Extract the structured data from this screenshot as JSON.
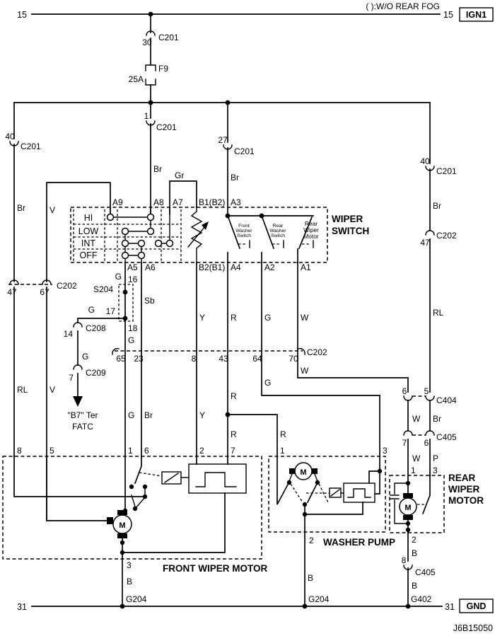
{
  "drawing_number": "J6B15050",
  "power_rail": {
    "left_pin": "15",
    "right_pin": "15",
    "note": "( ):W/O REAR FOG",
    "tag": "IGN1"
  },
  "ground_rail": {
    "left_pin": "31",
    "right_pin": "31",
    "tag": "GND",
    "ground_front": "G204",
    "ground_pump": "G204",
    "ground_rear": "G402"
  },
  "fuse": {
    "name": "F9",
    "rating": "25A"
  },
  "connectors": {
    "c201_30": {
      "pin": "30",
      "name": "C201"
    },
    "c201_1": {
      "pin": "1",
      "name": "C201"
    },
    "c201_27": {
      "pin": "27",
      "name": "C201"
    },
    "c201_40_left": {
      "pin": "40",
      "name": "C201"
    },
    "c201_40_right": {
      "pin": "40",
      "name": "C201"
    },
    "c202_47_right": {
      "pin": "47",
      "name": "C202"
    },
    "c202_left": {
      "pin_a": "47",
      "pin_b": "67",
      "name": "C202"
    },
    "c202_main": {
      "pins": [
        "65",
        "23",
        "8",
        "43",
        "64",
        "70"
      ],
      "name": "C202"
    },
    "c208": {
      "pin": "14",
      "name": "C208"
    },
    "c209": {
      "pin": "7",
      "name": "C209"
    },
    "c404": {
      "pin_a": "6",
      "pin_b": "5",
      "name": "C404"
    },
    "c405": {
      "pin_a": "7",
      "pin_b": "6",
      "name": "C405"
    },
    "c405_8": {
      "pin": "8",
      "name": "C405"
    }
  },
  "splice": {
    "name": "S204",
    "pin_16": "16",
    "pin_17": "17",
    "pin_18": "18"
  },
  "fatc_ref": {
    "line1": "\"B7\" Ter",
    "line2": "FATC"
  },
  "wiper_switch": {
    "label_line1": "WIPER",
    "label_line2": "SWITCH",
    "positions": [
      "HI",
      "LOW",
      "INT",
      "OFF"
    ],
    "terminals_top": [
      "A9",
      "A8",
      "A7",
      "B1(B2)",
      "A3"
    ],
    "terminals_bottom": [
      "A5",
      "A6",
      "B2(B1)",
      "A4",
      "A2",
      "A1"
    ],
    "front_washer_switch": [
      "Front",
      "Washer",
      "Switch"
    ],
    "rear_washer_switch": [
      "Rear",
      "Washer",
      "Switch"
    ],
    "rear_wiper_motor_switch": [
      "Rear",
      "Wiper",
      "Motor"
    ]
  },
  "wire_labels": {
    "left_upper": "Br",
    "left_lower": "RL",
    "v_upper": "V",
    "v_lower": "V",
    "a8": "Br",
    "a7_loop": "Gr",
    "a3": "Br",
    "right_upper": "Br",
    "right_lower": "RL",
    "g_16": "G",
    "g_17": "G",
    "g_18": "G",
    "g_c209": "G",
    "sb": "Sb",
    "y_upper": "Y",
    "r_upper": "R",
    "g_upper": "G",
    "w_upper": "W",
    "g_65": "G",
    "br_23": "Br",
    "y_8": "Y",
    "r_43": "R",
    "r_motor": "R",
    "r_pump": "R",
    "g_64": "G",
    "w_70": "W",
    "w_c404": "W",
    "br_c404": "Br",
    "w_c405": "W",
    "p_c405": "P",
    "b_front": "B",
    "b_pump": "B",
    "b_rear_upper": "B",
    "b_rear_lower": "B"
  },
  "front_wiper_motor": {
    "title": "FRONT WIPER MOTOR",
    "pin_8": "8",
    "pin_5": "5",
    "pin_1": "1",
    "pin_6": "6",
    "pin_2": "2",
    "pin_7": "7",
    "pin_3": "3",
    "motor_letter": "M"
  },
  "washer_pump": {
    "title": "WASHER PUMP",
    "pin_1": "1",
    "pin_3": "3",
    "pin_2": "2",
    "motor_letter": "M"
  },
  "rear_wiper_motor": {
    "title_line1": "REAR",
    "title_line2": "WIPER",
    "title_line3": "MOTOR",
    "pin_1": "1",
    "pin_3": "3",
    "pin_2": "2",
    "motor_letter": "M"
  }
}
